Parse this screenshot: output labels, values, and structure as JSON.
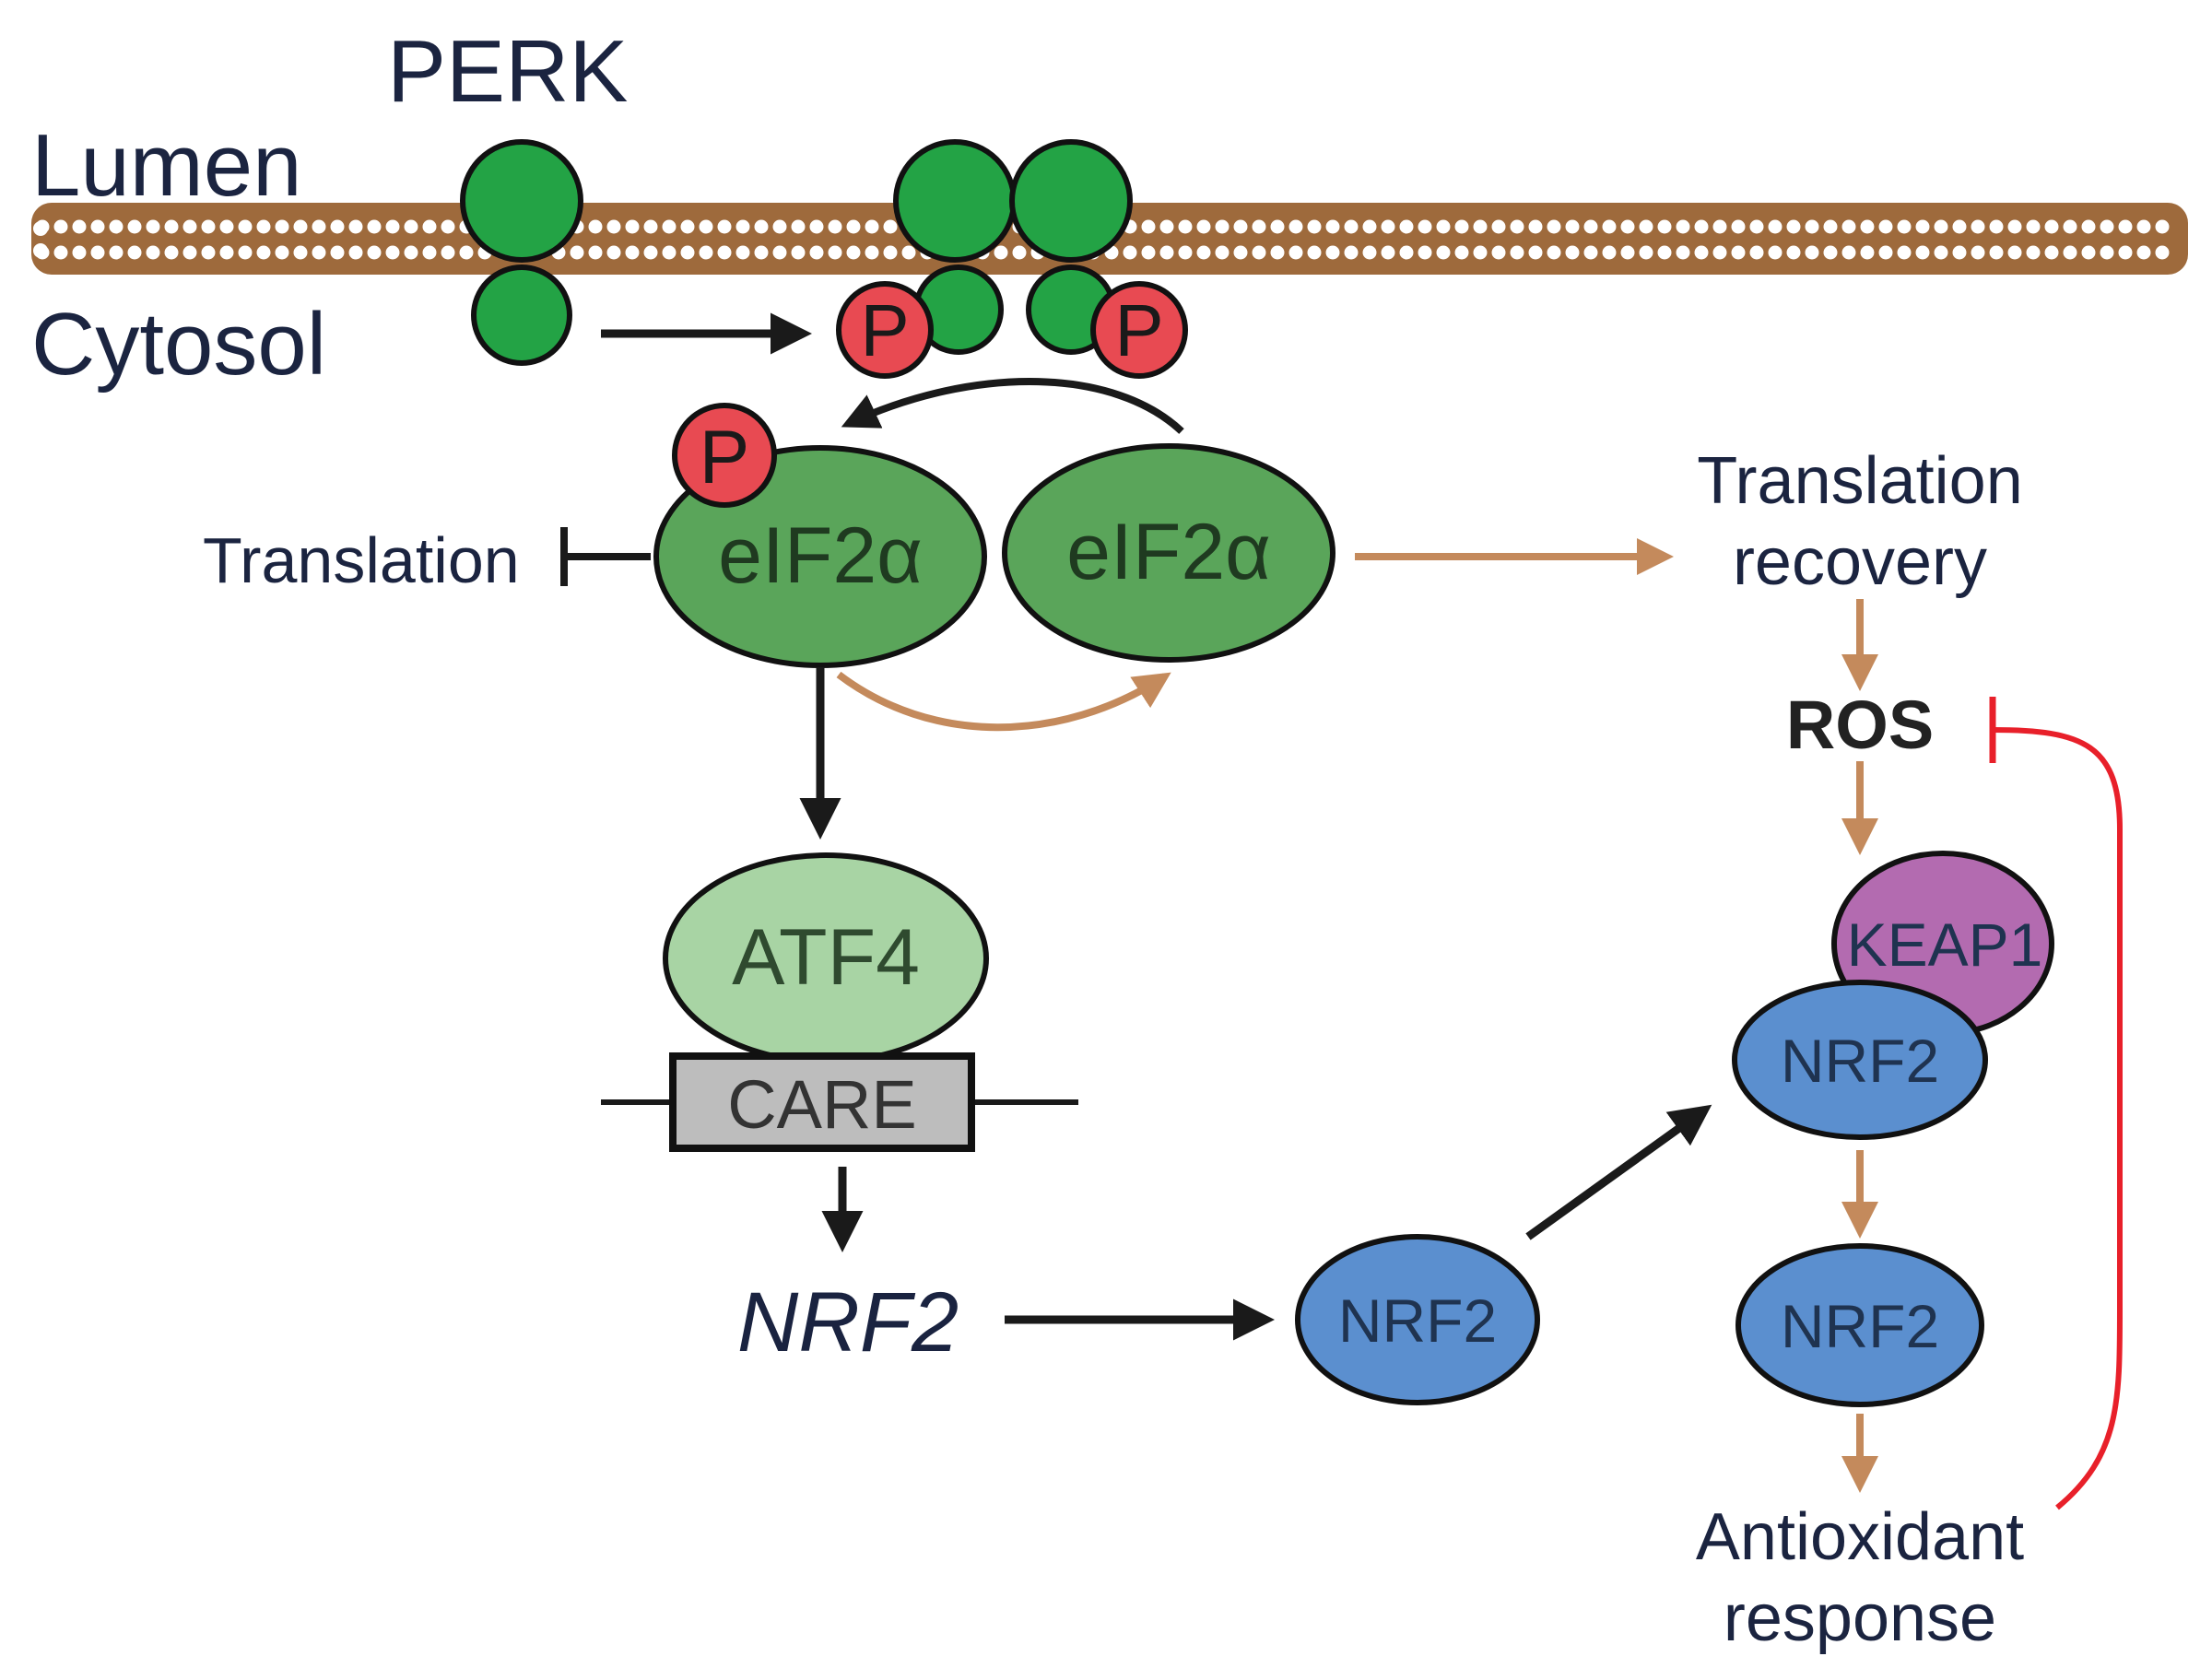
{
  "labels": {
    "perk": "PERK",
    "lumen": "Lumen",
    "cytosol": "Cytosol",
    "translation_inhibited": "Translation",
    "translation_recovery_line1": "Translation",
    "translation_recovery_line2": "recovery",
    "ros": "ROS",
    "nrf2_gene": "NRF2",
    "antioxidant_line1": "Antioxidant",
    "antioxidant_line2": "response"
  },
  "nodes": {
    "phospho": "P",
    "eif2a_phosphorylated": "eIF2α",
    "eif2a": "eIF2α",
    "atf4": "ATF4",
    "care": "CARE",
    "keap1": "KEAP1",
    "nrf2_bound": "NRF2",
    "nrf2_cytosolic": "NRF2",
    "nrf2_free": "NRF2"
  },
  "colors": {
    "membrane": "#9e6a3c",
    "perk_green": "#23a345",
    "eif2a_green": "#5aa55a",
    "atf4_green": "#a8d4a4",
    "phospho_red": "#e84a52",
    "keap1_purple": "#b36bb0",
    "nrf2_blue": "#5b8fcf",
    "care_gray": "#bdbdbd",
    "brown_arrow": "#c48a5c",
    "inhibit_red": "#e8202a"
  }
}
